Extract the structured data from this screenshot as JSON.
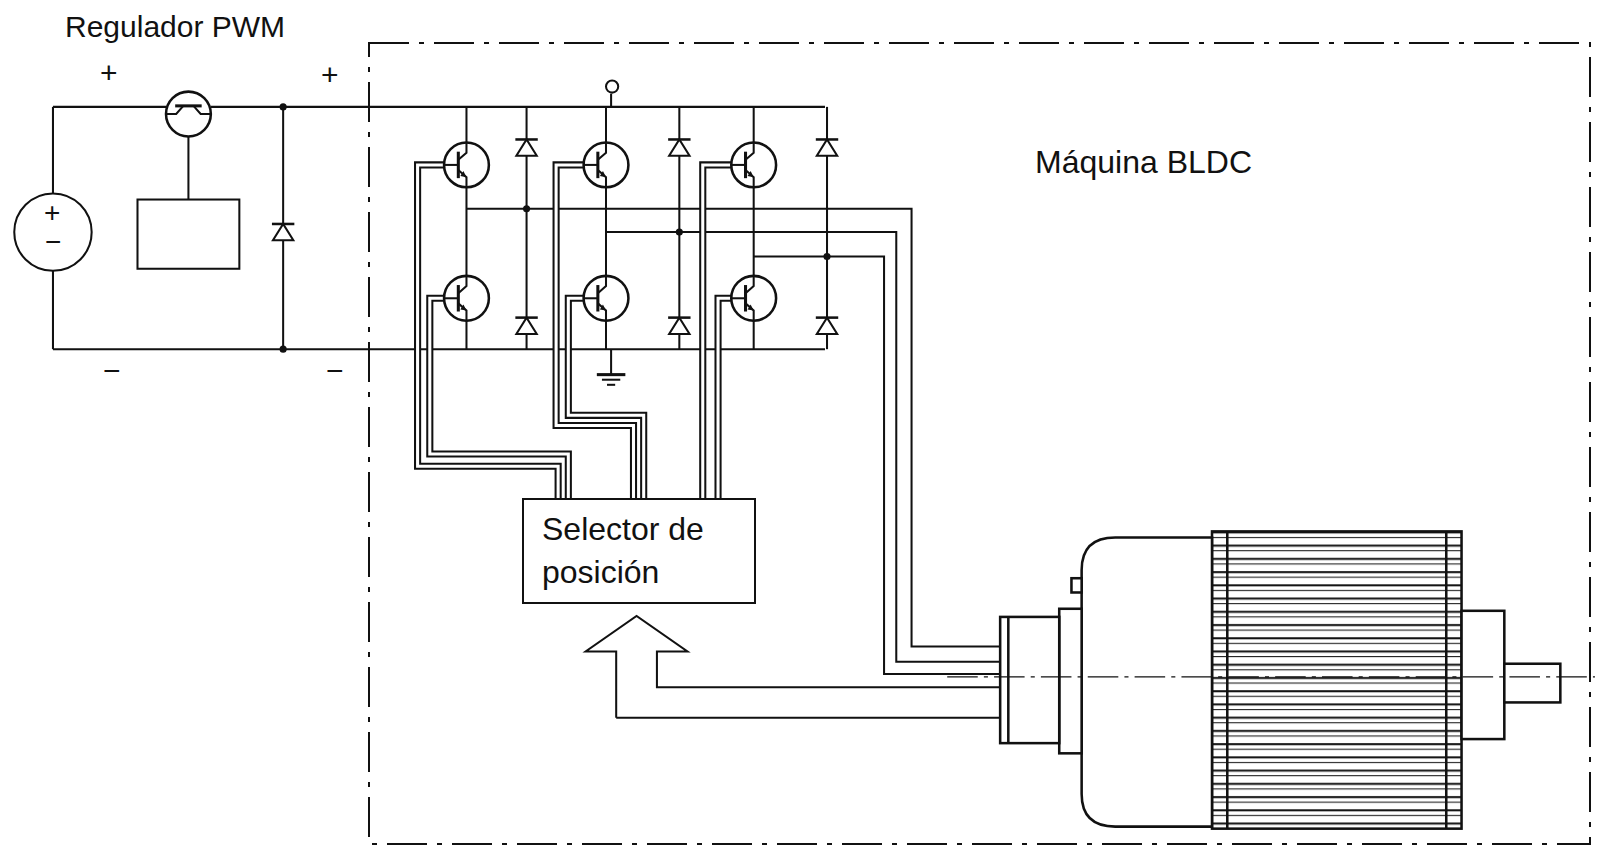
{
  "diagram": {
    "nodes": [
      {
        "text": [
          "Máquina BLDC"
        ]
      },
      {
        "text": [
          "Selector de posición"
        ],
        "in": 0
      }
    ],
    "labels": [
      "Regulador PWM",
      "+",
      "+",
      "+",
      "−",
      "−",
      "−"
    ]
  }
}
